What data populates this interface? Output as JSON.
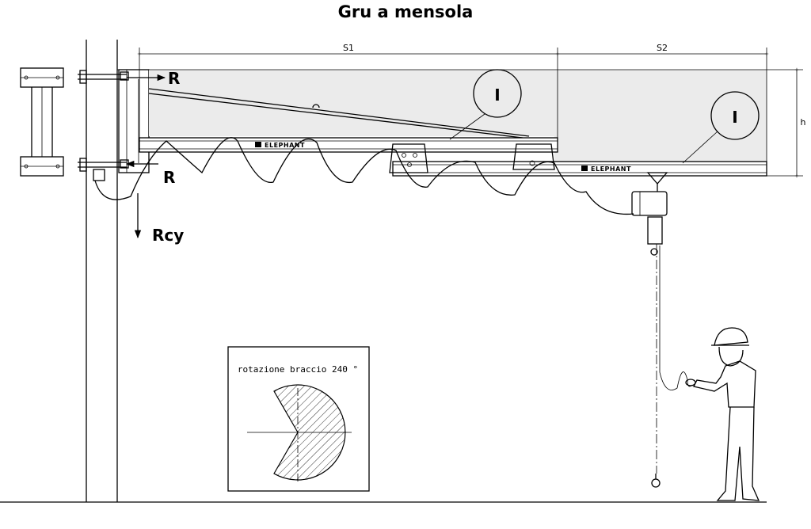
{
  "title": "Gru a mensola",
  "dimensions": {
    "s1": "S1",
    "s2": "S2",
    "h": "h"
  },
  "forces": {
    "r_top": "R",
    "r_bottom": "R",
    "rcy": "Rcy"
  },
  "brand": {
    "arm": "ELEPHANT",
    "jib": "ELEPHANT"
  },
  "beam_profile_symbol": "I",
  "rotation_box": {
    "label": "rotazione braccio 240 °",
    "angle_deg": 240
  }
}
